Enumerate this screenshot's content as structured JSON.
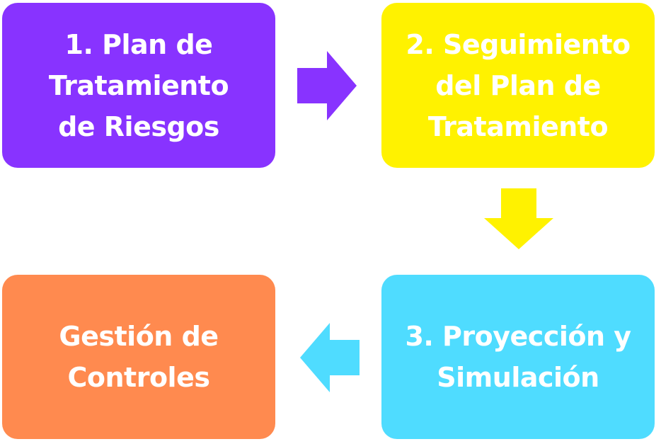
{
  "colors": {
    "step1": "#8833ff",
    "step2": "#fff200",
    "step3": "#4fdcff",
    "step4": "#ff8a4f",
    "text": "#ffffff"
  },
  "steps": [
    {
      "lines": [
        "1. Plan de",
        "Tratamiento",
        "de Riesgos"
      ],
      "color_key": "step1"
    },
    {
      "lines": [
        "2. Seguimiento",
        "del Plan de",
        "Tratamiento"
      ],
      "color_key": "step2"
    },
    {
      "lines": [
        "3. Proyección y",
        "Simulación"
      ],
      "color_key": "step3"
    },
    {
      "lines": [
        "Gestión de",
        "Controles"
      ],
      "color_key": "step4"
    }
  ],
  "arrows": [
    {
      "direction": "right",
      "color_key": "step1",
      "icon": "arrow-right-icon"
    },
    {
      "direction": "down",
      "color_key": "step2",
      "icon": "arrow-down-icon"
    },
    {
      "direction": "left",
      "color_key": "step3",
      "icon": "arrow-left-icon"
    }
  ]
}
